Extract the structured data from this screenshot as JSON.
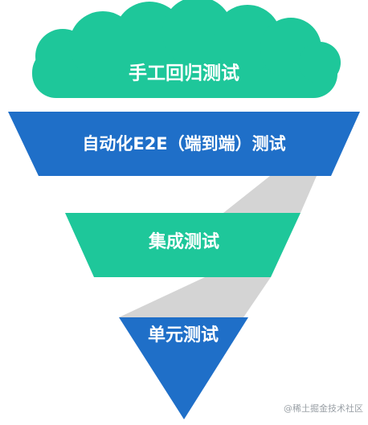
{
  "diagram": {
    "layers": [
      {
        "id": "manual",
        "label": "手工回归测试",
        "shape": "cloud",
        "color": "#1ec79a"
      },
      {
        "id": "e2e",
        "label": "自动化E2E（端到端）测试",
        "shape": "trapezoid",
        "color": "#1f6fc8"
      },
      {
        "id": "integration",
        "label": "集成测试",
        "shape": "trapezoid",
        "color": "#1ec79a"
      },
      {
        "id": "unit",
        "label": "单元测试",
        "shape": "triangle",
        "color": "#1f6fc8"
      }
    ],
    "connector_color": "#d4d4d4"
  },
  "watermark": {
    "text": "@稀土掘金技术社区"
  }
}
